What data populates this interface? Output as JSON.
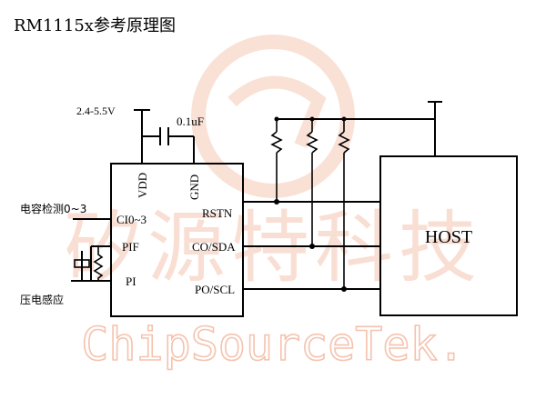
{
  "title": "RM1115x参考原理图",
  "watermark": {
    "chinese": "矽源特科技",
    "english": "ChipSourceTek.",
    "color": "#f3b49a"
  },
  "power": {
    "supply_label": "2.4-5.5V",
    "capacitor_label": "0.1uF"
  },
  "chip": {
    "pins": {
      "vdd": "VDD",
      "gnd": "GND",
      "ci": "CI0~3",
      "pif": "PIF",
      "pi": "PI",
      "rstn": "RSTN",
      "co_sda": "CO/SDA",
      "po_scl": "PO/SCL"
    }
  },
  "inputs": {
    "capacitive": "电容检测0~3",
    "pressure": "压电感应"
  },
  "host": {
    "label": "HOST"
  }
}
